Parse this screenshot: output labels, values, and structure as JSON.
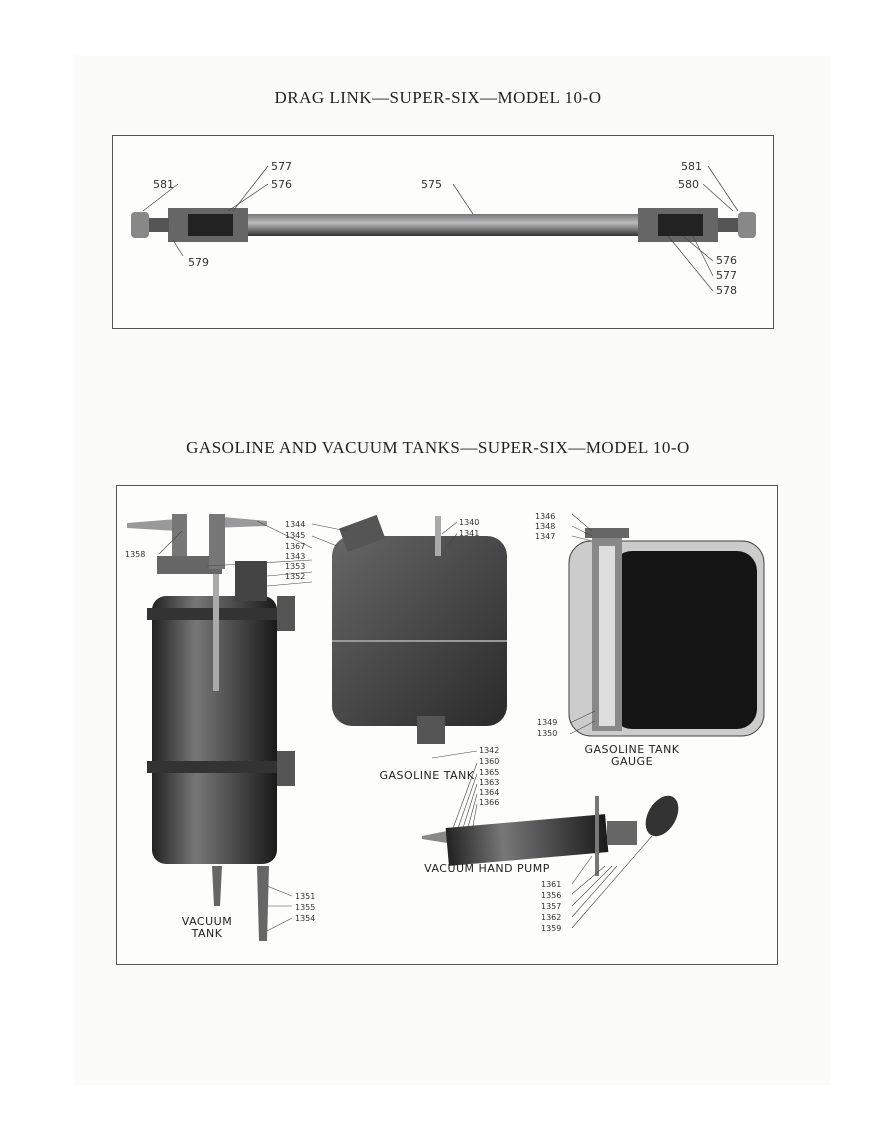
{
  "drag_link": {
    "title": "DRAG LINK—SUPER-SIX—MODEL 10-O",
    "labels": [
      "577",
      "576",
      "581",
      "575",
      "579",
      "581",
      "580",
      "576",
      "577",
      "578"
    ]
  },
  "tanks": {
    "title": "GASOLINE AND VACUUM TANKS—SUPER-SIX—MODEL 10-O",
    "captions": {
      "vacuum_tank": "VACUUM\nTANK",
      "gasoline_tank": "GASOLINE TANK",
      "gauge": "GASOLINE TANK\nGAUGE",
      "pump": "VACUUM HAND PUMP"
    },
    "labels": {
      "vacuum_top": [
        "1344",
        "1345",
        "1367",
        "1343",
        "1353",
        "1352"
      ],
      "vacuum_left": "1358",
      "tank_top": [
        "1340",
        "1341"
      ],
      "gauge_top": [
        "1346",
        "1348",
        "1347"
      ],
      "gauge_bottom": [
        "1349",
        "1350"
      ],
      "tank_bottom": [
        "1342",
        "1360",
        "1365",
        "1363",
        "1364",
        "1366"
      ],
      "pump_bottom": [
        "1361",
        "1356",
        "1357",
        "1362",
        "1359"
      ],
      "vacuum_bottom": [
        "1351",
        "1355",
        "1354"
      ]
    }
  }
}
